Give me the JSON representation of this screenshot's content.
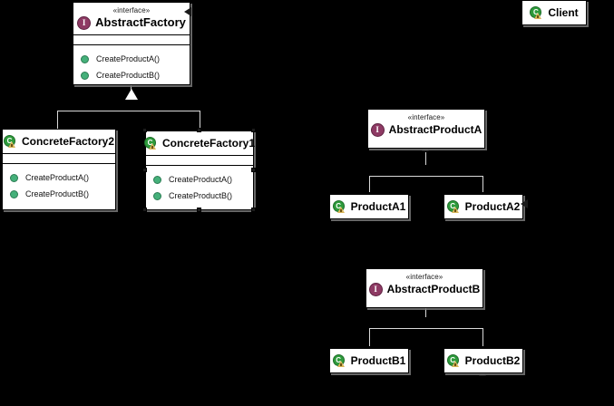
{
  "diagram": {
    "kind": "uml-class-diagram",
    "pattern": "Abstract Factory",
    "background_color": "#000000",
    "box_fill": "#ffffff",
    "box_border": "#000000",
    "connector_color": "#d9d9d9",
    "interface_icon_color": "#8e3a64",
    "class_icon_color": "#2e9b3c",
    "operation_icon_color": "#45b07a"
  },
  "icons": {
    "interface": "interface-icon",
    "class": "class-icon",
    "operation": "public-operation-icon"
  },
  "labels": {
    "stereotype_interface": "«interface»"
  },
  "nodes": {
    "abstract_factory": {
      "stereotype": "«interface»",
      "name": "AbstractFactory",
      "operations": [
        "CreateProductA()",
        "CreateProductB()"
      ]
    },
    "client": {
      "name": "Client"
    },
    "concrete_factory_2": {
      "name": "ConcreteFactory2",
      "operations": [
        "CreateProductA()",
        "CreateProductB()"
      ]
    },
    "concrete_factory_1": {
      "name": "ConcreteFactory1",
      "operations": [
        "CreateProductA()",
        "CreateProductB()"
      ]
    },
    "abstract_product_a": {
      "stereotype": "«interface»",
      "name": "AbstractProductA"
    },
    "product_a1": {
      "name": "ProductA1"
    },
    "product_a2": {
      "name": "ProductA2"
    },
    "abstract_product_b": {
      "stereotype": "«interface»",
      "name": "AbstractProductB"
    },
    "product_b1": {
      "name": "ProductB1"
    },
    "product_b2": {
      "name": "ProductB2"
    }
  }
}
